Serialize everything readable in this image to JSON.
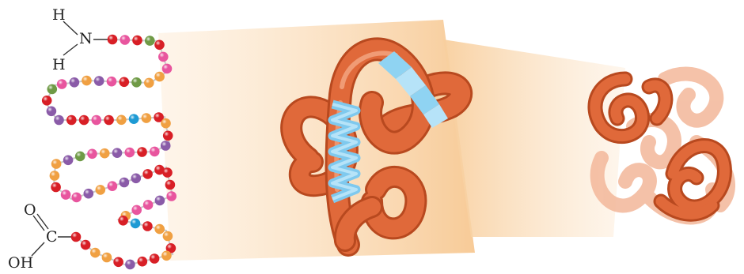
{
  "amine_group": {
    "h_top": "H",
    "n": "N",
    "h_bottom": "H"
  },
  "carboxyl_group": {
    "o": "O",
    "c": "C",
    "oh": "OH"
  },
  "colors": {
    "red": "#d81f26",
    "pink": "#e8559e",
    "green": "#6f9a46",
    "purple": "#8a5ba8",
    "orange": "#f0a042",
    "blue": "#1e9ad4",
    "tube": "#e0693a",
    "tube_light": "#f1a27c",
    "helix": "#8fd3f2",
    "beam": "#f7c892"
  },
  "icons": {
    "chain": "amino-acid-chain-icon",
    "tertiary": "folded-protein-icon",
    "quaternary": "protein-complex-icon"
  }
}
